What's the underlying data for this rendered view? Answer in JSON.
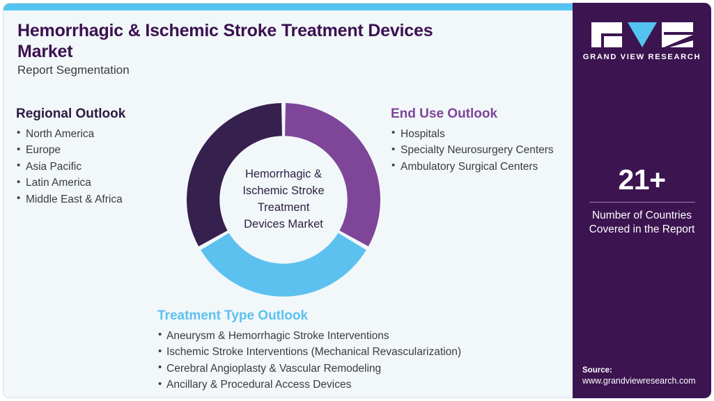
{
  "header": {
    "title": "Hemorrhagic & Ischemic Stroke Treatment Devices Market",
    "subtitle": "Report Segmentation"
  },
  "colors": {
    "accent_cyan": "#52c4ef",
    "brand_purple": "#7d4698",
    "dark_purple": "#36204d",
    "sidebar_bg": "#3b1450",
    "card_bg": "#f2f7fa",
    "title_color": "#3b1150"
  },
  "regional_outlook": {
    "heading": "Regional Outlook",
    "items": [
      "North America",
      "Europe",
      "Asia Pacific",
      "Latin America",
      "Middle East & Africa"
    ]
  },
  "end_use_outlook": {
    "heading": "End Use Outlook",
    "items": [
      "Hospitals",
      "Specialty Neurosurgery Centers",
      "Ambulatory Surgical Centers"
    ]
  },
  "treatment_type_outlook": {
    "heading": "Treatment Type Outlook",
    "items": [
      "Aneurysm & Hemorrhagic Stroke Interventions",
      "Ischemic Stroke Interventions (Mechanical Revascularization)",
      "Cerebral Angioplasty & Vascular Remodeling",
      "Ancillary & Procedural Access Devices"
    ]
  },
  "chart_data": {
    "type": "pie",
    "variant": "donut",
    "title": "Hemorrhagic & Ischemic Stroke Treatment Devices Market",
    "center_label_lines": [
      "Hemorrhagic &",
      "Ischemic Stroke",
      "Treatment",
      "Devices Market"
    ],
    "categories": [
      "End Use Outlook",
      "Treatment Type Outlook",
      "Regional Outlook"
    ],
    "values": [
      33.3,
      33.3,
      33.3
    ],
    "colors": [
      "#7d4698",
      "#5cc1ef",
      "#36204d"
    ],
    "legend": "none",
    "start_angle_deg": 0,
    "gap_deg": 2.5,
    "inner_radius_ratio": 0.66
  },
  "sidebar": {
    "logo": {
      "mark_name": "gvr-logo-mark",
      "text": "GRAND VIEW RESEARCH"
    },
    "stat": {
      "value": "21+",
      "label": "Number of Countries Covered in the Report"
    },
    "source": {
      "title": "Source:",
      "url": "www.grandviewresearch.com"
    }
  }
}
